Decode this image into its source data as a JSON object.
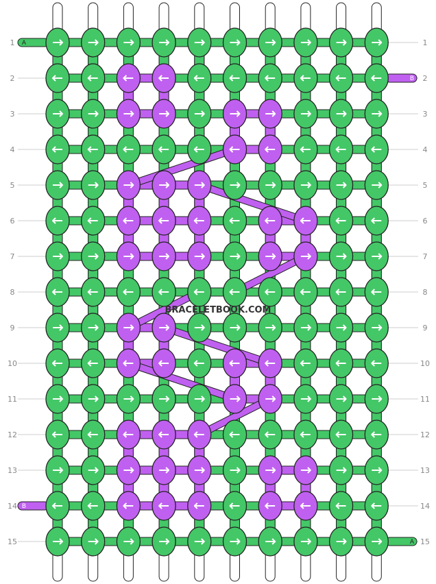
{
  "watermark": "BRACELETBOOK.COM",
  "colors": {
    "A": "#44c767",
    "B": "#c060f0",
    "outline": "#222222",
    "string_white": "#ffffff",
    "line": "#cccccc"
  },
  "row_labels": [
    "1",
    "2",
    "3",
    "4",
    "5",
    "6",
    "7",
    "8",
    "9",
    "10",
    "11",
    "12",
    "13",
    "14",
    "15"
  ],
  "end_labels": {
    "A": "A",
    "B": "B"
  },
  "rows": [
    {
      "dir": "right",
      "knots": "AAAAAAAAAA"
    },
    {
      "dir": "left",
      "knots": "AABBAAAAAA"
    },
    {
      "dir": "right",
      "knots": "AABBABBAAA"
    },
    {
      "dir": "left",
      "knots": "AAAAABBAAA"
    },
    {
      "dir": "right",
      "knots": "AABBBAAAAA"
    },
    {
      "dir": "left",
      "knots": "AABBBABBAA"
    },
    {
      "dir": "right",
      "knots": "AABBBABBAA"
    },
    {
      "dir": "left",
      "knots": "AAAAAAAAAA"
    },
    {
      "dir": "right",
      "knots": "AABBAAAAAA"
    },
    {
      "dir": "left",
      "knots": "AABBABBAAA"
    },
    {
      "dir": "right",
      "knots": "AAAAABBAAA"
    },
    {
      "dir": "left",
      "knots": "AABBBAAAAA"
    },
    {
      "dir": "right",
      "knots": "AABBBABBAA"
    },
    {
      "dir": "left",
      "knots": "AABBBABBAA"
    },
    {
      "dir": "right",
      "knots": "AAAAAAAAAA"
    }
  ],
  "diagonal_links": [
    [
      4,
      6,
      5,
      3
    ],
    [
      5,
      5,
      6,
      8
    ],
    [
      7,
      8,
      8,
      6
    ],
    [
      8,
      5,
      9,
      3
    ],
    [
      9,
      4,
      10,
      7
    ],
    [
      10,
      3,
      11,
      6
    ],
    [
      11,
      7,
      12,
      5
    ]
  ],
  "tails": {
    "row1_left": "A",
    "row2_right": "B",
    "row14_left": "B",
    "row15_right": "A"
  }
}
